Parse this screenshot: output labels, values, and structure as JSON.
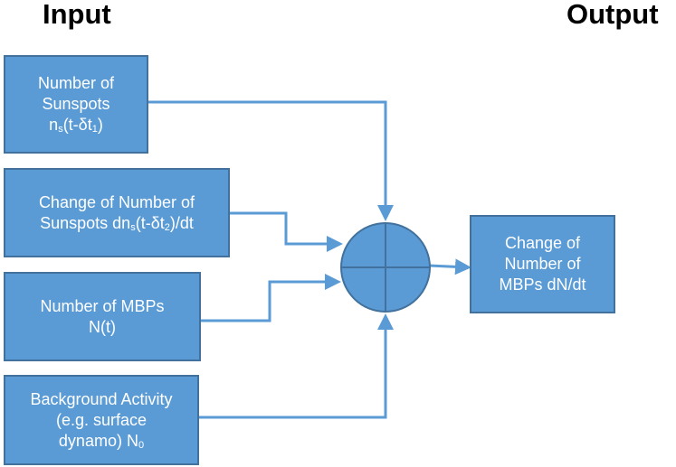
{
  "headings": {
    "input": "Input",
    "output": "Output"
  },
  "inputs": [
    {
      "line1": "Number of",
      "line2": "Sunspots",
      "line3_pre": "n",
      "line3_sub": "s",
      "line3_mid": "(t-δt",
      "line3_sub2": "1",
      "line3_post": ")"
    },
    {
      "line1": "Change of Number of",
      "line2_pre": "Sunspots dn",
      "line2_sub": "s",
      "line2_mid": "(t-δt",
      "line2_sub2": "2",
      "line2_post": ")/dt"
    },
    {
      "line1": "Number of MBPs",
      "line2": "N(t)"
    },
    {
      "line1": "Background Activity",
      "line2": "(e.g. surface",
      "line3_pre": "dynamo) N",
      "line3_sub": "0"
    }
  ],
  "output": {
    "line1": "Change of",
    "line2": "Number of",
    "line3": "MBPs dN/dt"
  },
  "colors": {
    "box_fill": "#5b9bd5",
    "box_border": "#41719c",
    "arrow": "#5b9bd5",
    "text": "#ffffff"
  }
}
